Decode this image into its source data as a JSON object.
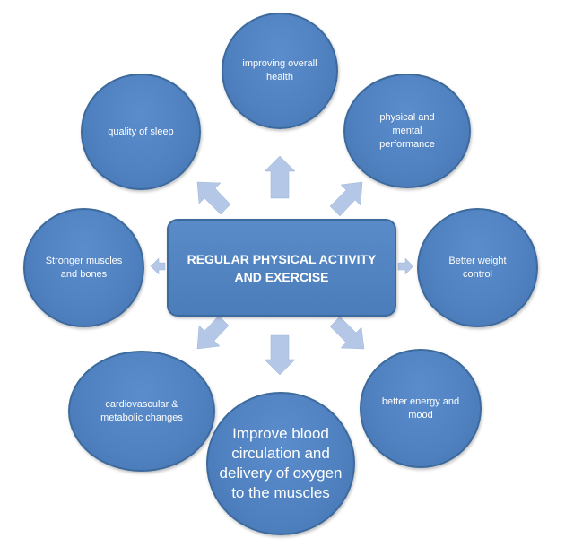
{
  "colors": {
    "node_fill": "#4f81bd",
    "node_border": "#3d6a9c",
    "arrow_fill": "#b4c7e7",
    "text": "#ffffff"
  },
  "center": {
    "label": "REGULAR PHYSICAL ACTIVITY AND EXERCISE"
  },
  "nodes": {
    "overall_health": "improving overall health",
    "quality_of_sleep": "quality of sleep",
    "performance": "physical and mental performance",
    "muscles_bones": "Stronger muscles and bones",
    "weight_control": "Better weight control",
    "cardio_metabolic": "cardiovascular & metabolic changes",
    "energy_mood": "better energy and mood",
    "blood_circulation": "Improve blood circulation and delivery of oxygen to the muscles"
  },
  "arrows": [
    "up",
    "up-left",
    "up-right",
    "left",
    "right",
    "down-left",
    "down",
    "down-right"
  ]
}
